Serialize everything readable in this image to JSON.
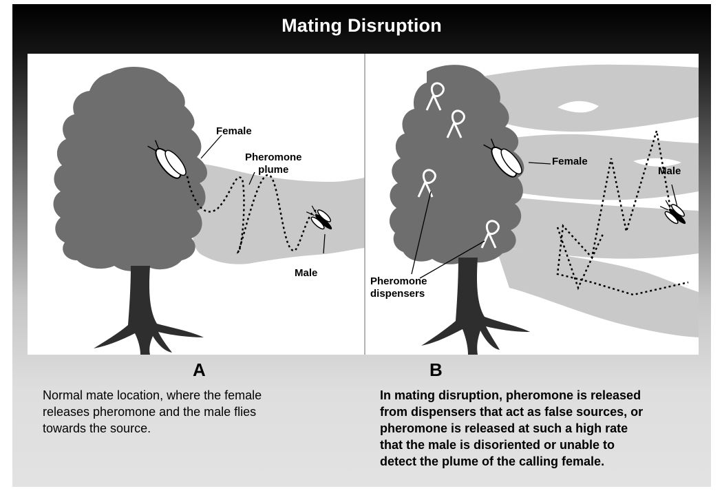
{
  "title": "Mating Disruption",
  "panel_a": {
    "label_female": "Female",
    "label_plume": "Pheromone\nplume",
    "label_male": "Male",
    "letter": "A",
    "caption": "Normal mate location, where the female\nreleases pheromone and the male flies\ntowards the source."
  },
  "panel_b": {
    "label_female": "Female",
    "label_male": "Male",
    "label_dispensers": "Pheromone\ndispensers",
    "letter": "B",
    "caption": "In mating disruption, pheromone is released\nfrom dispensers that act as false sources, or\npheromone is released at such a high rate\nthat the male is disoriented or unable to\ndetect the plume of the calling female."
  },
  "colors": {
    "tree": "#6e6e6e",
    "trunk": "#2e2e2e",
    "plume": "#c9c9c9"
  }
}
